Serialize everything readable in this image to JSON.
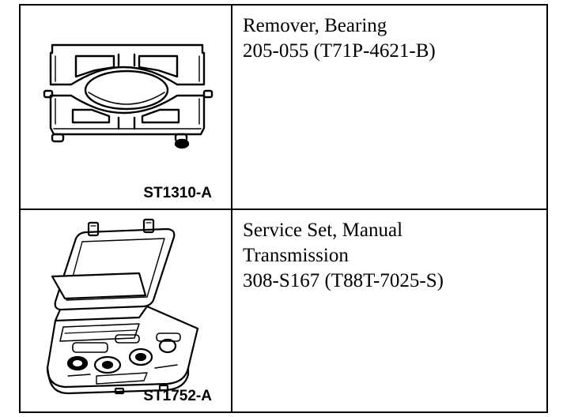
{
  "tools": [
    {
      "code": "ST1310-A",
      "icon": "bearing-remover-icon",
      "lines": [
        "Remover, Bearing",
        "205-055 (T71P-4621-B)"
      ]
    },
    {
      "code": "ST1752-A",
      "icon": "service-set-case-icon",
      "lines": [
        "Service Set, Manual",
        "Transmission",
        "308-S167 (T88T-7025-S)"
      ]
    }
  ]
}
